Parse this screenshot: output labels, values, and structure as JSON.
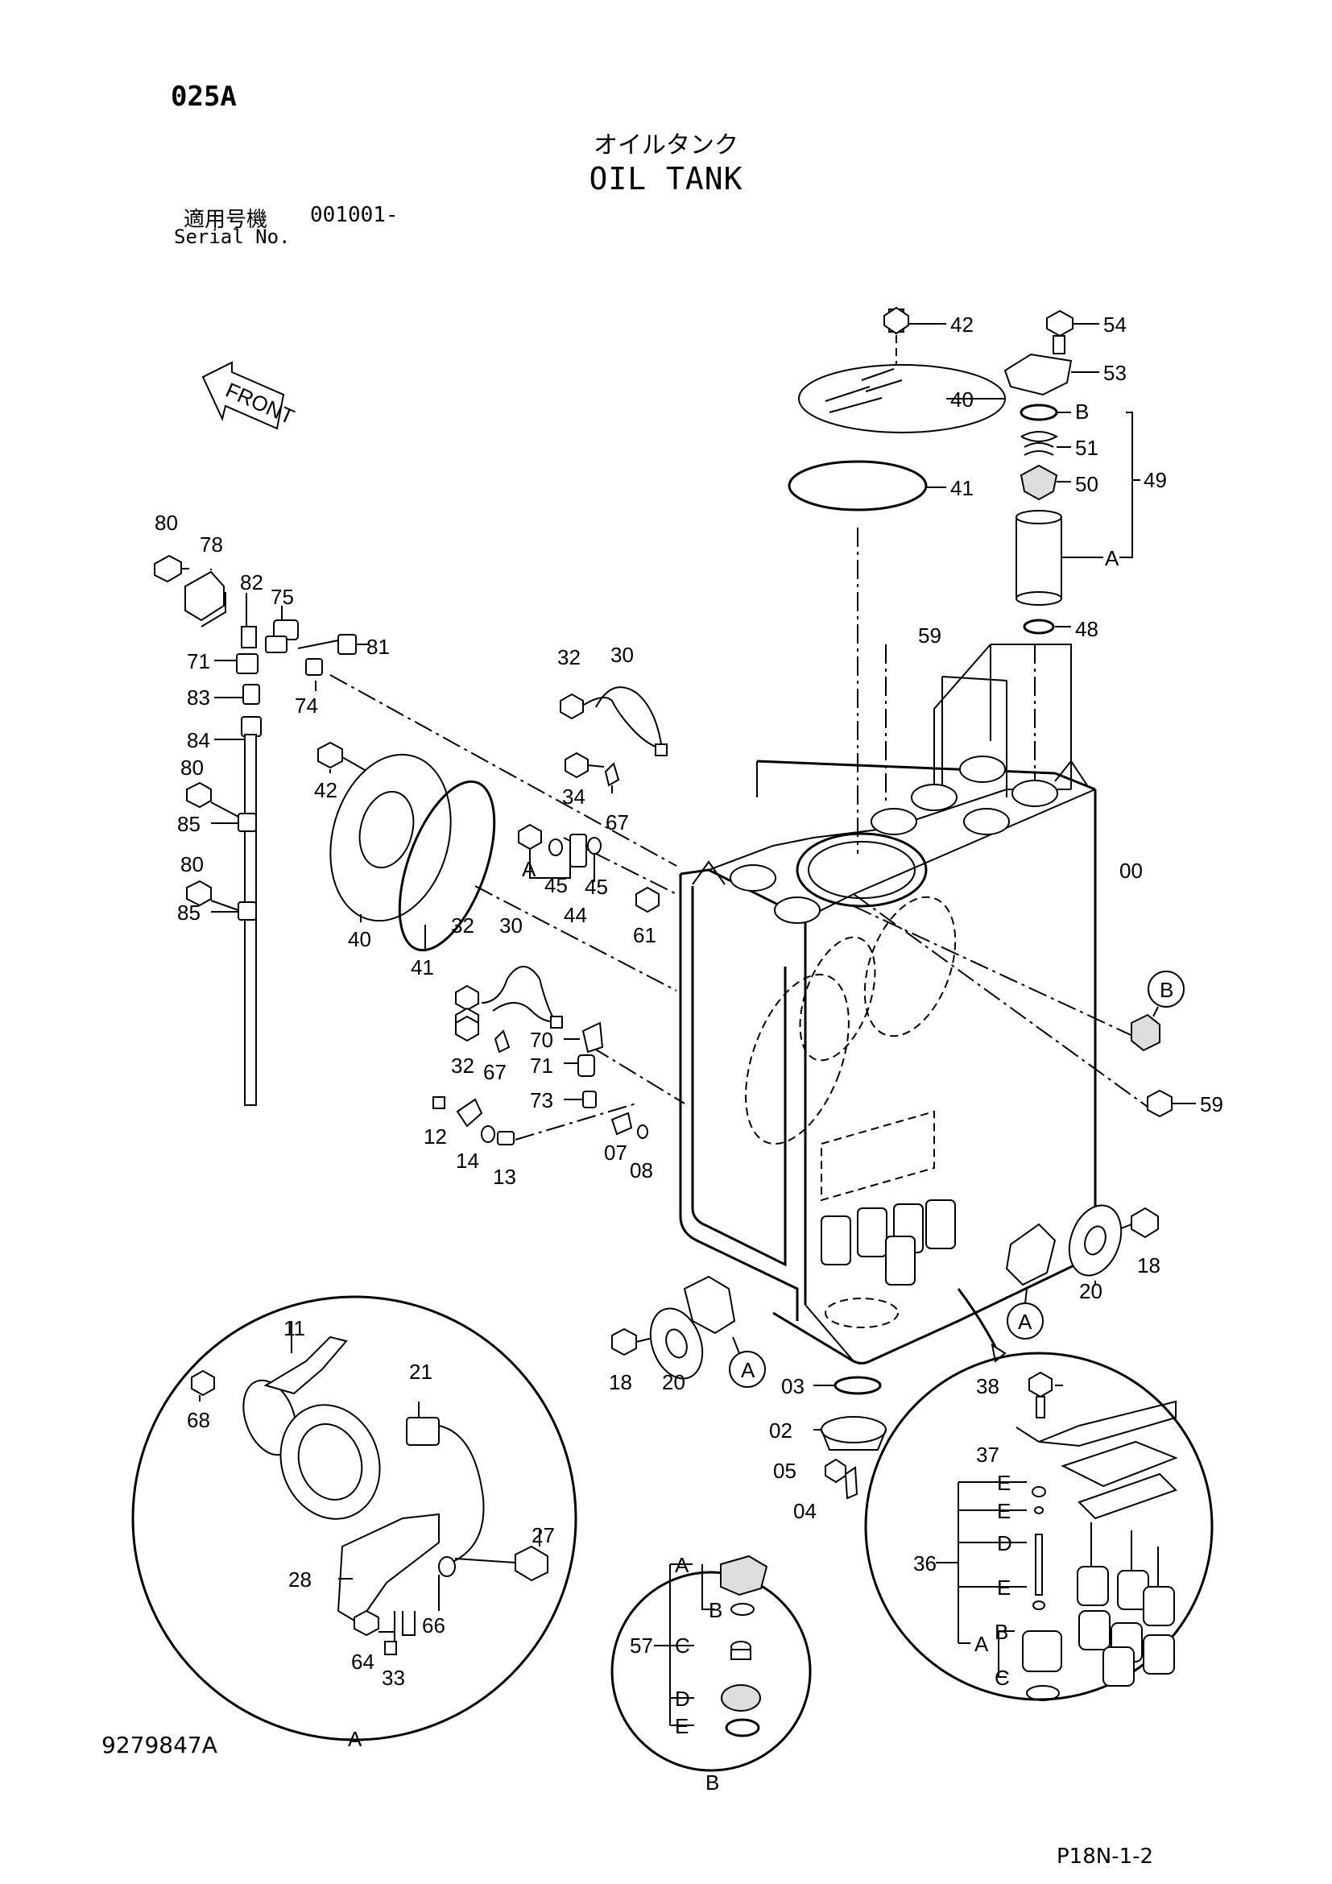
{
  "header": {
    "page_code": "025A",
    "title_jp": "オイルタンク",
    "title_en": "OIL TANK",
    "serial_label_jp": "適用号機",
    "serial_value": "001001-",
    "serial_label_en": "Serial No."
  },
  "footer": {
    "doc_number": "9279847A",
    "page_ref": "P18N-1-2"
  },
  "front_arrow": {
    "label": "FRONT"
  },
  "callouts": {
    "c00": "00",
    "c02": "02",
    "c03": "03",
    "c04": "04",
    "c05": "05",
    "c07": "07",
    "c08": "08",
    "c11": "11",
    "c12": "12",
    "c13": "13",
    "c14": "14",
    "c18a": "18",
    "c18b": "18",
    "c20a": "20",
    "c20b": "20",
    "c21": "21",
    "c27": "27",
    "c28": "28",
    "c30a": "30",
    "c30b": "30",
    "c32a": "32",
    "c32b": "32",
    "c32c": "32",
    "c33": "33",
    "c34": "34",
    "c36": "36",
    "c37": "37",
    "c38": "38",
    "c40a": "40",
    "c40b": "40",
    "c41a": "41",
    "c41b": "41",
    "c42a": "42",
    "c42b": "42",
    "c44": "44",
    "c45a": "45",
    "c45b": "45",
    "c48": "48",
    "c49": "49",
    "c50": "50",
    "c51": "51",
    "c53": "53",
    "c54": "54",
    "c57": "57",
    "c59a": "59",
    "c59b": "59",
    "c61": "61",
    "c64": "64",
    "c66": "66",
    "c67a": "67",
    "c67b": "67",
    "c68": "68",
    "c70": "70",
    "c71a": "71",
    "c71b": "71",
    "c73": "73",
    "c74": "74",
    "c75": "75",
    "c78": "78",
    "c80a": "80",
    "c80b": "80",
    "c80c": "80",
    "c81": "81",
    "c82": "82",
    "c83": "83",
    "c84": "84",
    "c85a": "85",
    "c85b": "85"
  },
  "letters": {
    "filter_A": "A",
    "filter_B": "B",
    "bracket_A": "A",
    "circle_A1": "A",
    "circle_A2": "A",
    "circle_B": "B",
    "detail_A_caption": "A",
    "detail_B_caption": "B",
    "d36_E1": "E",
    "d36_E2": "E",
    "d36_D": "D",
    "d36_E3": "E",
    "d36_A": "A",
    "d36_B": "B",
    "d36_C": "C",
    "d57_A": "A",
    "d57_B": "B",
    "d57_C": "C",
    "d57_D": "D",
    "d57_E": "E"
  }
}
